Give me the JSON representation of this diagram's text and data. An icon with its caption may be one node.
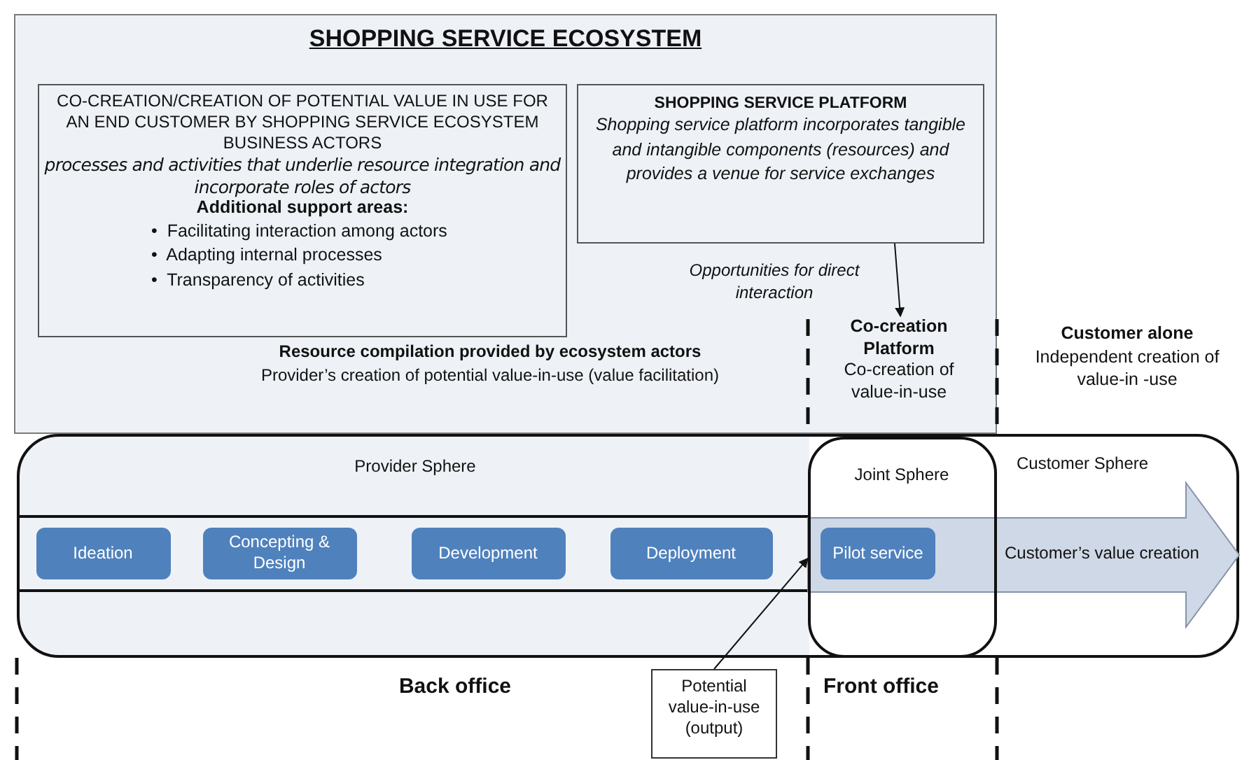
{
  "diagram": {
    "nodes": [
      {
        "text": [
          "SHOPPING SERVICE ECOSYSTEM"
        ]
      },
      {
        "text": [
          "CO-CREATION/CREATION OF POTENTIAL VALUE IN USE FOR AN END CUSTOMER BY SHOPPING SERVICE ECOSYSTEM BUSINESS ACTORS",
          "processes and activities that underlie resource integration and incorporate roles of actors",
          "Additional support areas:",
          "•  Facilitating interaction among actors",
          "•  Adapting internal processes",
          "•  Transparency of activities"
        ],
        "in": 0
      },
      {
        "text": [
          "SHOPPING SERVICE PLATFORM",
          "Shopping service platform incorporates tangible and intangible components (resources) and provides a venue for service exchanges"
        ],
        "in": 0
      },
      {
        "text": [
          "Co-creation Platform",
          "Co-creation of value-in-use"
        ],
        "in": 0
      },
      {
        "text": [
          "Provider Sphere"
        ]
      },
      {
        "text": [
          "Joint Sphere"
        ],
        "in": 4
      },
      {
        "text": [
          "Ideation"
        ],
        "in": 4
      },
      {
        "text": [
          "Concepting & Design"
        ],
        "in": 4
      },
      {
        "text": [
          "Development"
        ],
        "in": 4
      },
      {
        "text": [
          "Deployment"
        ],
        "in": 4
      },
      {
        "text": [
          "Pilot service"
        ]
      },
      {
        "text": [
          "Customer’s value creation"
        ],
        "in": 4
      },
      {
        "text": [
          "Potential value-in-use (output)"
        ]
      }
    ],
    "edges": [
      {
        "from": 2,
        "to": 3,
        "arrow": "to",
        "label": "Opportunities for direct interaction"
      },
      {
        "from": 12,
        "to": 5,
        "arrow": "to"
      }
    ],
    "labels": [
      "Resource compilation provided by ecosystem actors",
      "Provider’s creation of potential value-in-use (value facilitation)",
      "Customer alone",
      "Independent creation of value-in -use",
      "Customer Sphere",
      "Back office",
      "Front office"
    ]
  }
}
